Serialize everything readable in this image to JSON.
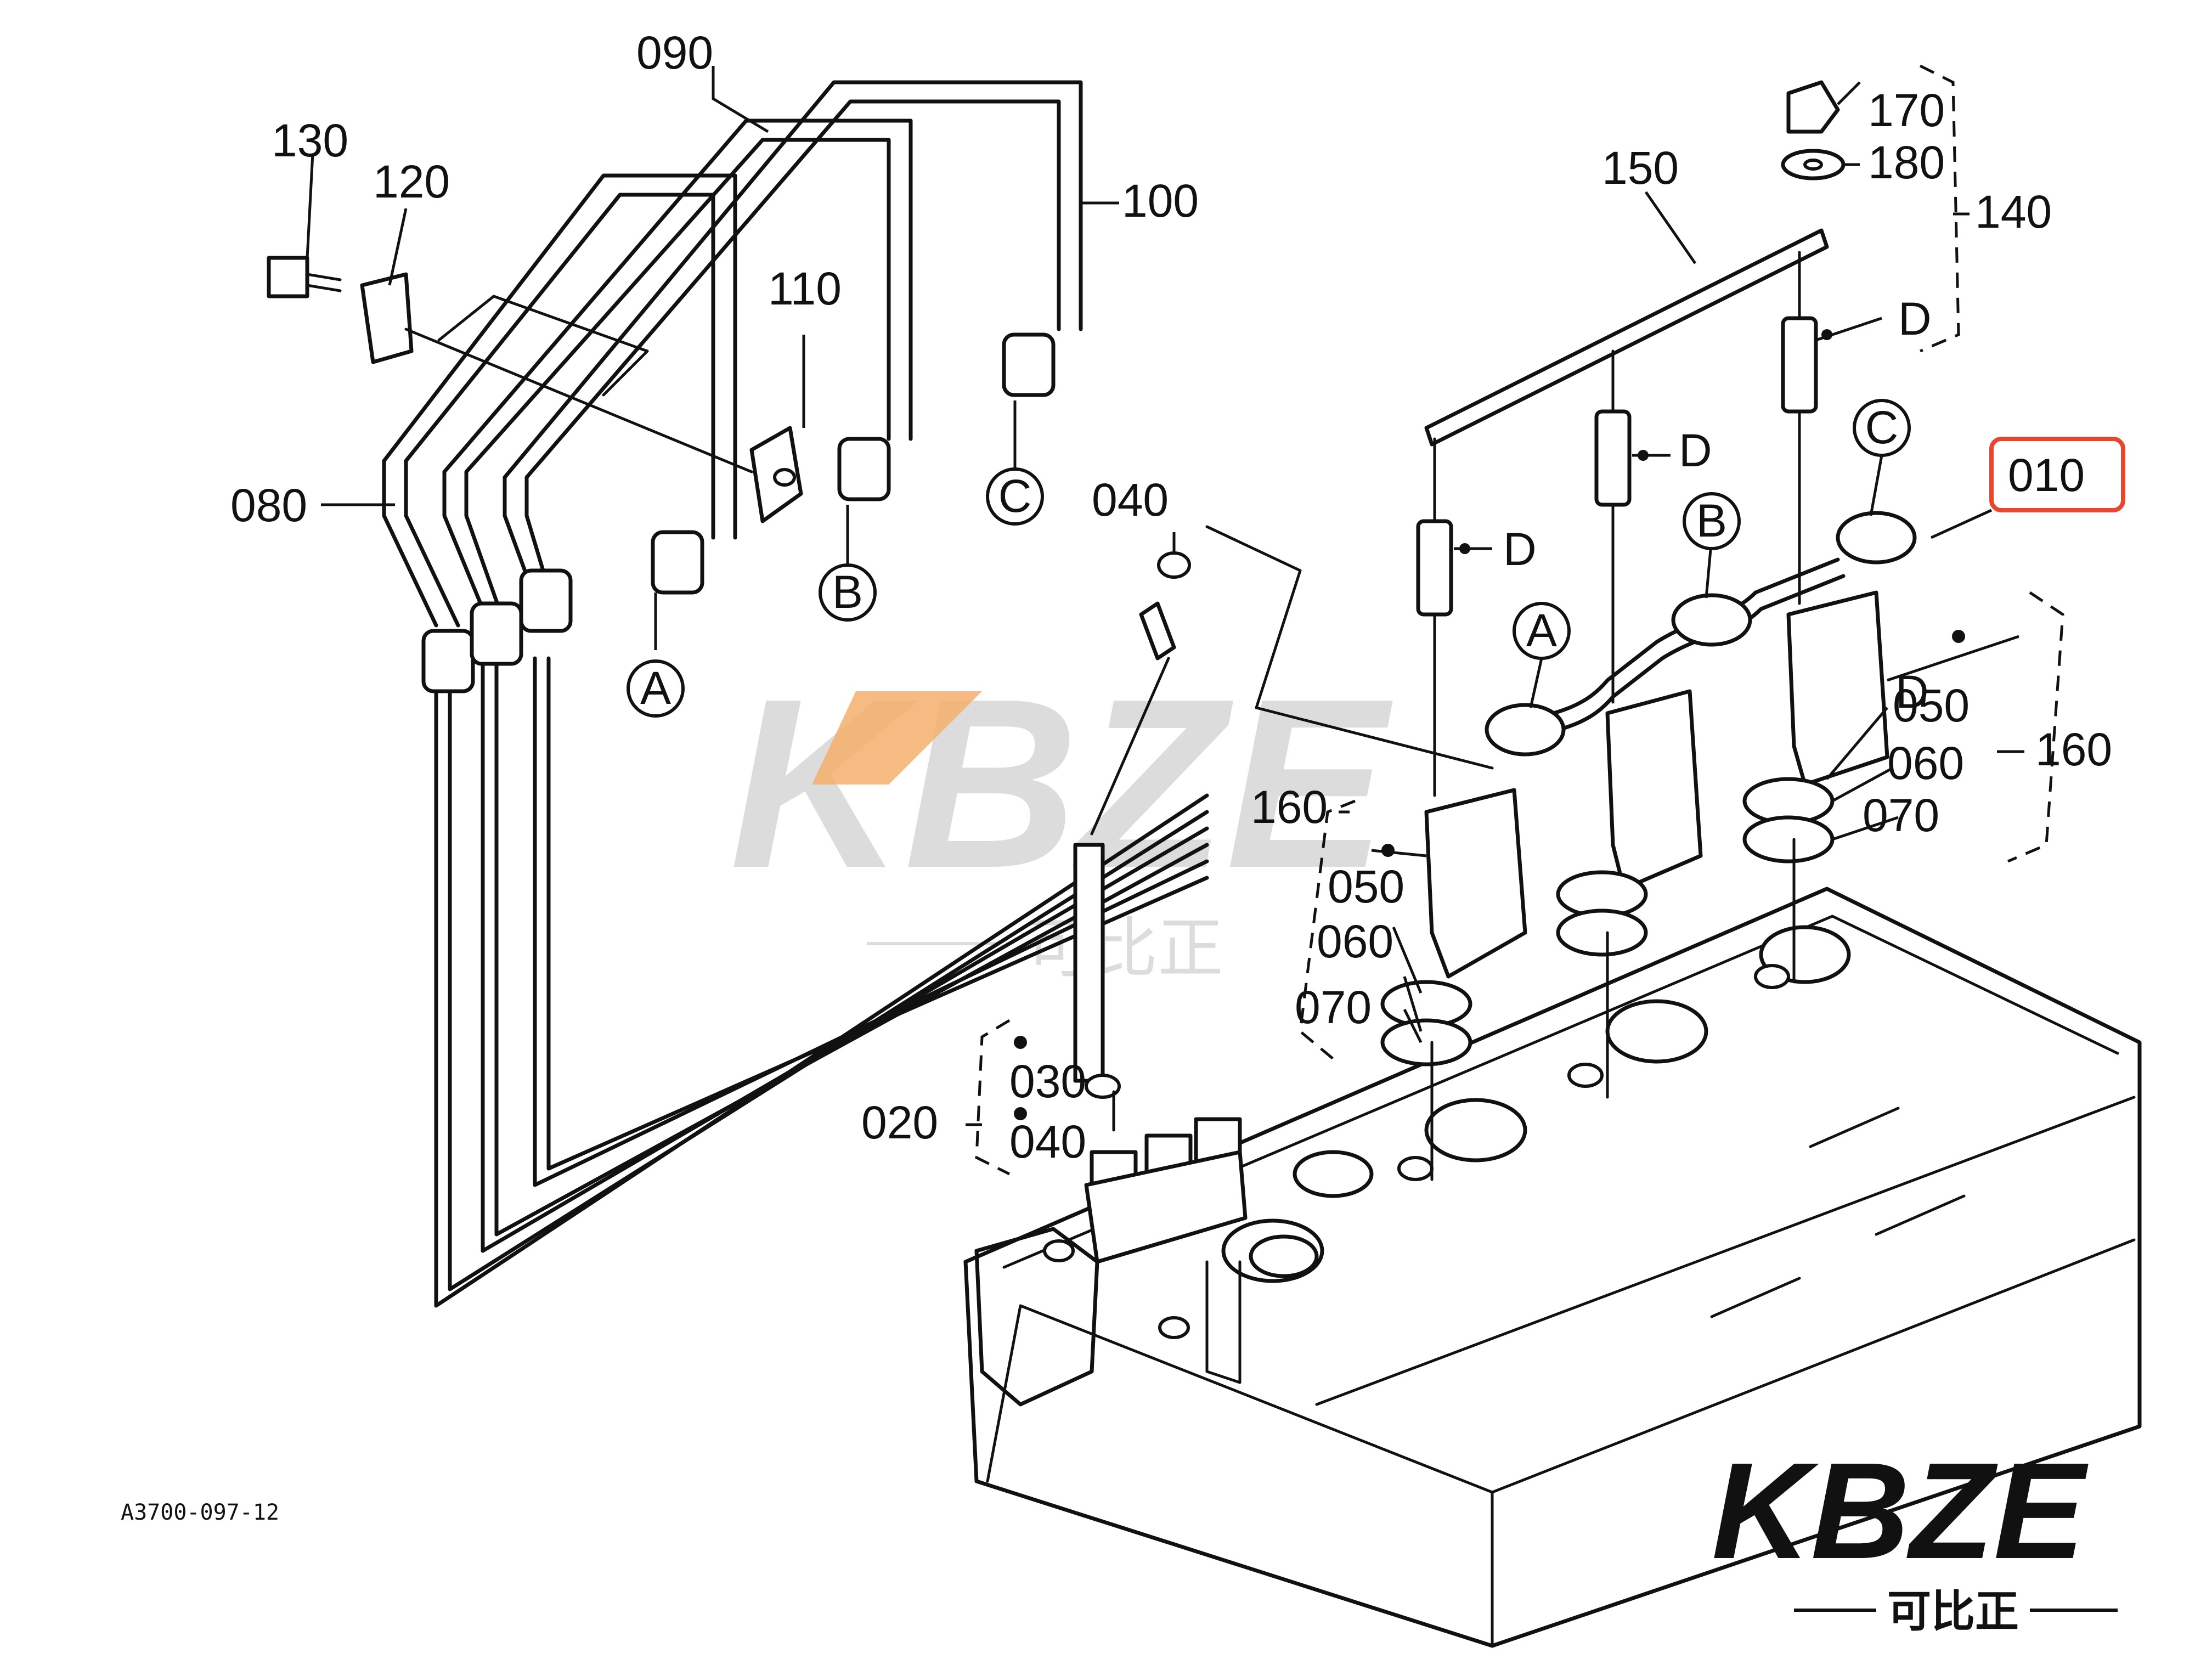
{
  "diagram": {
    "drawing_ref": "A3700-097-12",
    "highlight_color": "#e8472e",
    "watermark_color": "#d9d9d9",
    "watermark_accent_color": "#f2a65a",
    "logo_color": "#111111"
  },
  "parts": {
    "p010": "010",
    "p020": "020",
    "p030": "030",
    "p040_top": "040",
    "p040_bottom": "040",
    "p050_left": "050",
    "p050_right": "050",
    "p060_left": "060",
    "p060_right": "060",
    "p070_left": "070",
    "p070_right": "070",
    "p080": "080",
    "p090": "090",
    "p100": "100",
    "p110": "110",
    "p120": "120",
    "p130": "130",
    "p140": "140",
    "p150": "150",
    "p160_left": "160",
    "p160_right": "160",
    "p170": "170",
    "p180": "180"
  },
  "connectors": {
    "a_pipe": "A",
    "b_pipe": "B",
    "c_pipe": "C",
    "a_return": "A",
    "b_return": "B",
    "c_return": "C",
    "d1": "D",
    "d2": "D",
    "d3": "D",
    "d4": "D"
  },
  "watermark": {
    "text": "KBZE",
    "subtext": "可比正"
  },
  "logo": {
    "text": "KBZE",
    "subtext": "可比正"
  }
}
